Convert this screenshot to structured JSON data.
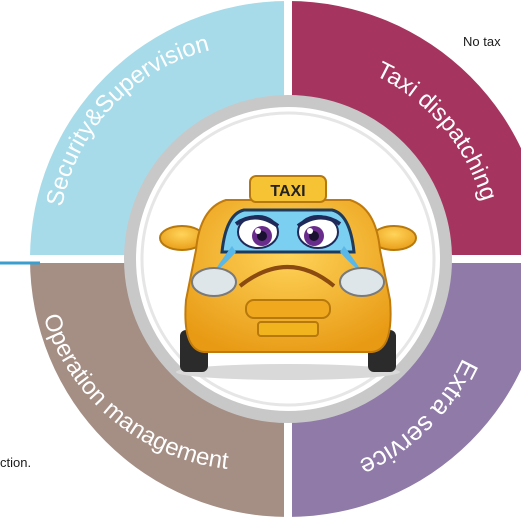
{
  "diagram": {
    "segments": [
      {
        "id": "security",
        "label": "Security&Supervision",
        "color": "#a7dbe9"
      },
      {
        "id": "dispatching",
        "label": "Taxi dispatching",
        "color": "#a5355f"
      },
      {
        "id": "extra",
        "label": "Extra service",
        "color": "#8f7aa8"
      },
      {
        "id": "operation",
        "label": "Operation management",
        "color": "#a58e84"
      }
    ],
    "car": {
      "sign_text": "TAXI"
    },
    "side_notes": {
      "right": "No tax",
      "left": "ction."
    },
    "colors": {
      "ring_inner": "#c8c8c8",
      "divider_line": "#3a9fcf",
      "inner_disc": "#ffffff",
      "car_body": "#f6b828",
      "car_windshield": "#7bcff0"
    }
  }
}
